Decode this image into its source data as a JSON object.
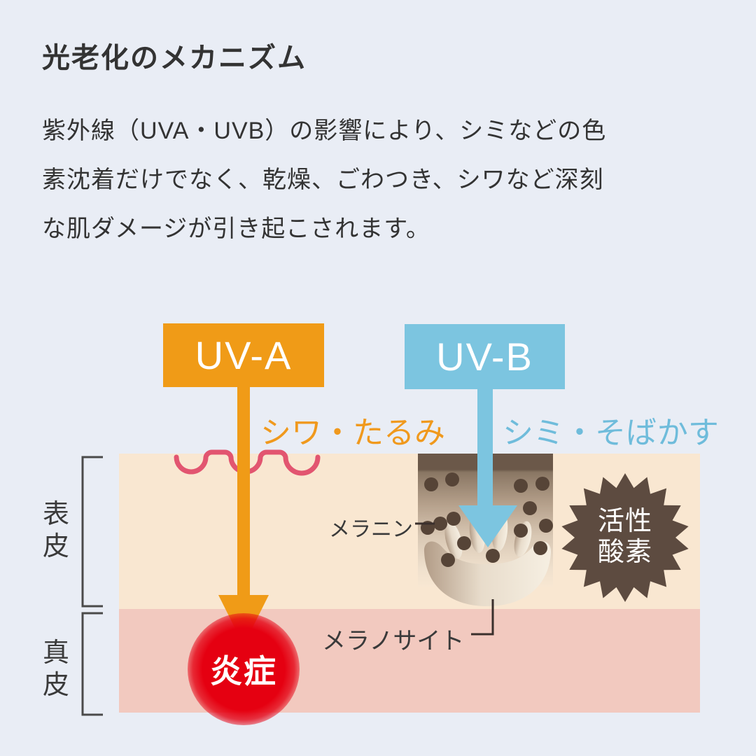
{
  "header": {
    "title": "光老化のメカニズム"
  },
  "intro": {
    "lines": [
      "紫外線（UVA・UVB）の影響により、シミなどの色",
      "素沈着だけでなく、乾燥、ごわつき、シワなど深刻",
      "な肌ダメージが引き起こされます。"
    ]
  },
  "diagram": {
    "uva": {
      "label": "UV-A",
      "effect": "シワ・たるみ"
    },
    "uvb": {
      "label": "UV-B",
      "effect": "シミ・そばかす"
    },
    "layers": {
      "epidermis": "表皮",
      "dermis": "真皮"
    },
    "melanin_label": "メラニン",
    "melanocyte_label": "メラノサイト",
    "reactive_oxygen": {
      "line1": "活性",
      "line2": "酸素"
    },
    "inflammation": {
      "label": "炎症"
    }
  },
  "colors": {
    "page_bg": "#e9edf5",
    "text_dark": "#333333",
    "uva_orange": "#f09b17",
    "uvb_blue": "#7cc5e0",
    "epidermis_beige": "#f9e7d1",
    "dermis_pink": "#f2c9bf",
    "wrinkle_red": "#e25570",
    "burst_brown": "#5d4b40",
    "melanin_dot": "#564437",
    "inflammation_red": "#e50011"
  }
}
